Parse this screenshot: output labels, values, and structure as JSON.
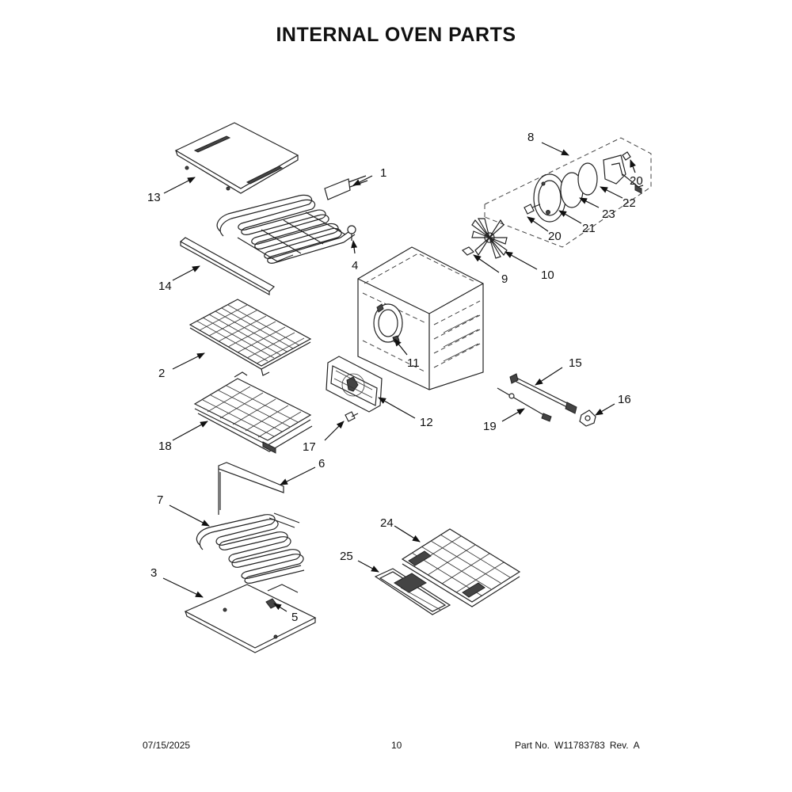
{
  "title": "INTERNAL OVEN PARTS",
  "footer": {
    "date": "07/15/2025",
    "page": "10",
    "part_label": "Part No.",
    "part_number": "W11783783",
    "rev_label": "Rev.",
    "rev": "A"
  },
  "callouts": {
    "c1": "1",
    "c2": "2",
    "c3": "3",
    "c4": "4",
    "c5": "5",
    "c6": "6",
    "c7": "7",
    "c8": "8",
    "c9": "9",
    "c10": "10",
    "c11": "11",
    "c12": "12",
    "c13": "13",
    "c14": "14",
    "c15": "15",
    "c16": "16",
    "c17": "17",
    "c18": "18",
    "c19": "19",
    "c20a": "20",
    "c20b": "20",
    "c21": "21",
    "c22": "22",
    "c23": "23",
    "c24": "24",
    "c25": "25"
  }
}
